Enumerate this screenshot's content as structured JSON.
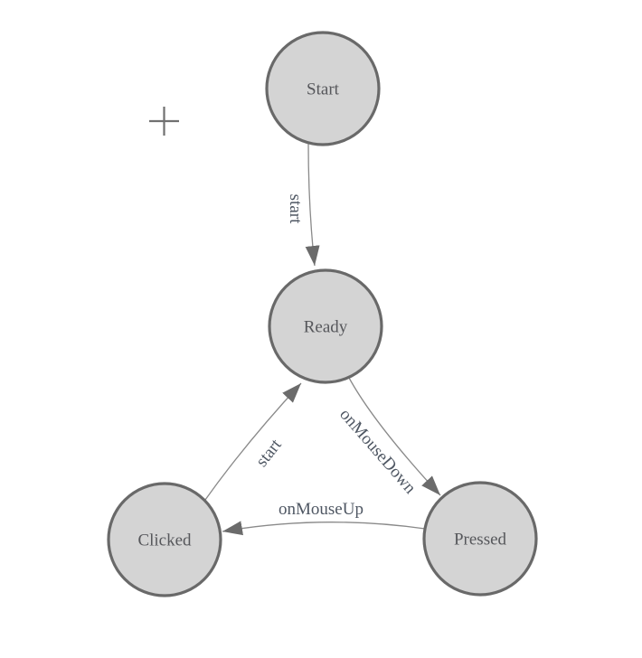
{
  "diagram": {
    "type": "state-machine",
    "nodes": [
      {
        "id": "start",
        "label": "Start"
      },
      {
        "id": "ready",
        "label": "Ready"
      },
      {
        "id": "clicked",
        "label": "Clicked"
      },
      {
        "id": "pressed",
        "label": "Pressed"
      }
    ],
    "edges": [
      {
        "from": "Start",
        "to": "Ready",
        "label": "start"
      },
      {
        "from": "Ready",
        "to": "Pressed",
        "label": "onMouseDown"
      },
      {
        "from": "Pressed",
        "to": "Clicked",
        "label": "onMouseUp"
      },
      {
        "from": "Clicked",
        "to": "Ready",
        "label": "start"
      }
    ],
    "icons": [
      {
        "name": "crosshair-icon"
      }
    ],
    "colors": {
      "background": "#ffffff",
      "node_fill": "#d4d4d4",
      "node_border": "#696969",
      "node_text": "#56575b",
      "edge_line": "#8a8a8a",
      "arrowhead": "#6b6b6b",
      "edge_label_text": "#4f5763",
      "crosshair": "#707070"
    }
  }
}
